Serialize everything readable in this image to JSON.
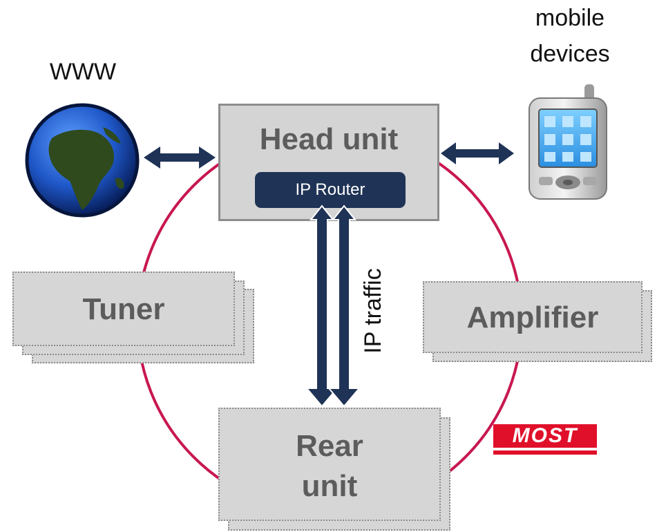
{
  "www_label": "WWW",
  "mobile_label_line1": "mobile",
  "mobile_label_line2": "devices",
  "head_unit": {
    "title": "Head unit",
    "router_label": "IP Router"
  },
  "tuner": {
    "title": "Tuner"
  },
  "amplifier": {
    "title": "Amplifier"
  },
  "rear_unit": {
    "title_line1": "Rear",
    "title_line2": "unit"
  },
  "ip_traffic_label": "IP traffic",
  "most_logo_text": "MOST",
  "colors": {
    "ring": "#c8174f",
    "arrow": "#1f3356",
    "box_fill": "#d4d4d4",
    "text_gray": "#5c5c5c",
    "logo": "#e0102a"
  }
}
